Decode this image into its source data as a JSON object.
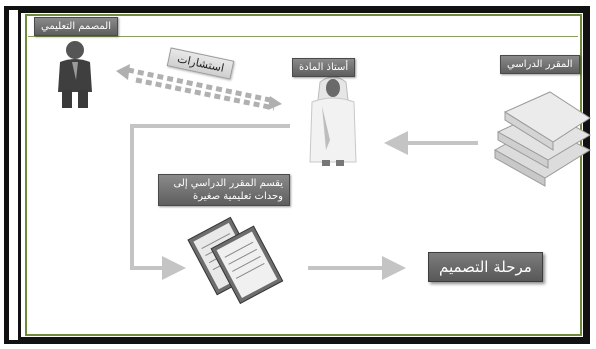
{
  "labels": {
    "designer": "المصمم التعليمي",
    "teacher": "أستاذ المادة",
    "course": "المقرر الدراسي",
    "division": "يقسم المقرر الدراسي إلى وحدات تعليمية صغيرة",
    "consultations": "استشارات",
    "design_phase": "مرحلة التصميم"
  },
  "colors": {
    "frame": "#111111",
    "border_green": "#6f8a3a",
    "arrow": "#c4c4c4",
    "label_bg": "#6b6b6b"
  },
  "icons": [
    "businessman-icon",
    "arab-teacher-icon",
    "books-stack-icon",
    "documents-stack-icon"
  ]
}
